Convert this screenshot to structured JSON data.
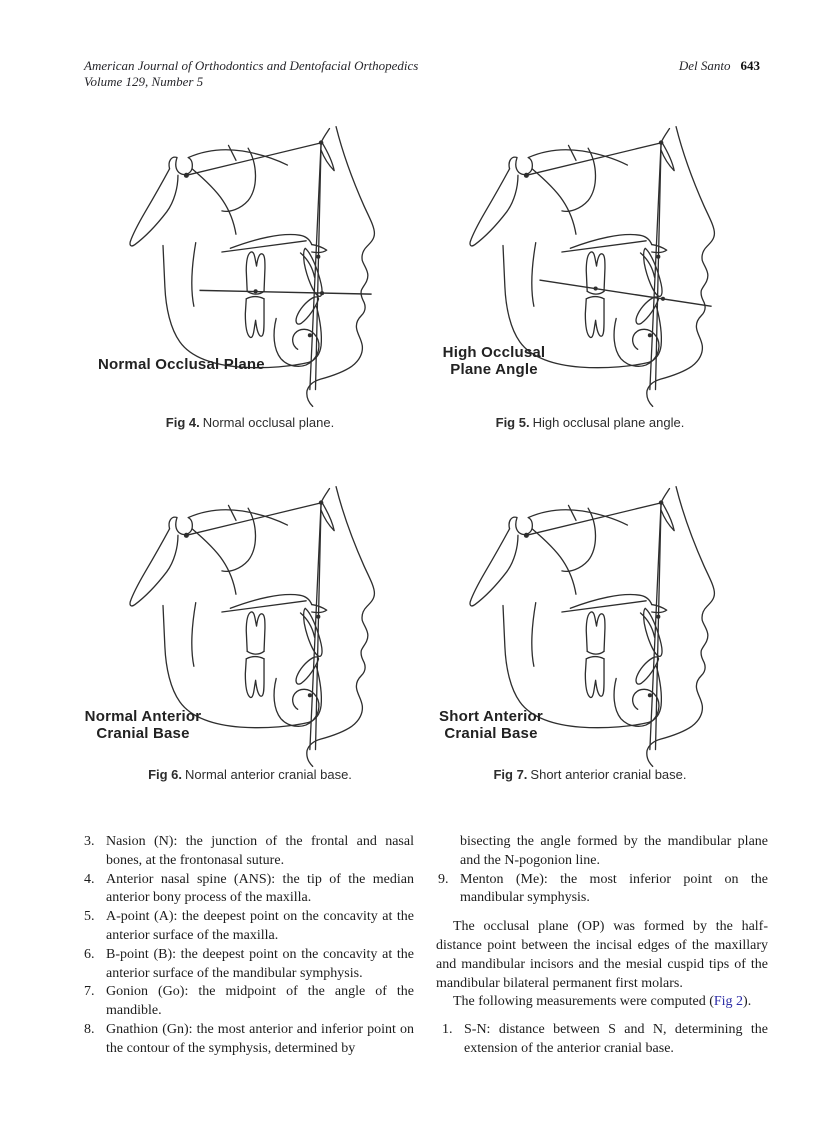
{
  "header": {
    "journal": "American Journal of Orthodontics and Dentofacial Orthopedics",
    "volume": "Volume 129, Number 5",
    "author": "Del Santo",
    "page_number": "643"
  },
  "figures": [
    {
      "label_line1": "Normal Occlusal Plane",
      "label_line2": "",
      "caption_label": "Fig 4.",
      "caption_text": "Normal occlusal plane."
    },
    {
      "label_line1": "High Occlusal",
      "label_line2": "Plane Angle",
      "caption_label": "Fig 5.",
      "caption_text": "High occlusal plane angle."
    },
    {
      "label_line1": "Normal Anterior",
      "label_line2": "Cranial Base",
      "caption_label": "Fig 6.",
      "caption_text": "Normal anterior cranial base."
    },
    {
      "label_line1": "Short Anterior",
      "label_line2": "Cranial Base",
      "caption_label": "Fig 7.",
      "caption_text": "Short anterior cranial base."
    }
  ],
  "body": {
    "left_items": [
      {
        "num": "3.",
        "text": "Nasion (N): the junction of the frontal and nasal bones, at the frontonasal suture."
      },
      {
        "num": "4.",
        "text": "Anterior nasal spine (ANS): the tip of the median anterior bony process of the maxilla."
      },
      {
        "num": "5.",
        "text": "A-point (A): the deepest point on the concavity at the anterior surface of the maxilla."
      },
      {
        "num": "6.",
        "text": "B-point (B): the deepest point on the concavity at the anterior surface of the mandibular symphysis."
      },
      {
        "num": "7.",
        "text": "Gonion (Go): the midpoint of the angle of the mandible."
      },
      {
        "num": "8.",
        "text": "Gnathion (Gn): the most anterior and inferior point on the contour of the symphysis, determined by"
      }
    ],
    "item8_continuation": "bisecting the angle formed by the mandibular plane and the N-pogonion line.",
    "right_items": [
      {
        "num": "9.",
        "text": "Menton (Me): the most inferior point on the mandibular symphysis."
      }
    ],
    "paragraph_op": "The occlusal plane (OP) was formed by the half-distance point between the incisal edges of the maxillary and mandibular incisors and the mesial cuspid tips of the mandibular bilateral permanent first molars.",
    "paragraph_measurements_before": "The following measurements were computed (",
    "figure_link": "Fig 2",
    "paragraph_measurements_after": ").",
    "measurement_items": [
      {
        "num": "1.",
        "text": "S-N: distance between S and N, determining the extension of the anterior cranial base."
      }
    ]
  },
  "colors": {
    "link": "#2b2ba6",
    "ink": "#1c1c1c",
    "tracing": "#2e2e2e"
  }
}
